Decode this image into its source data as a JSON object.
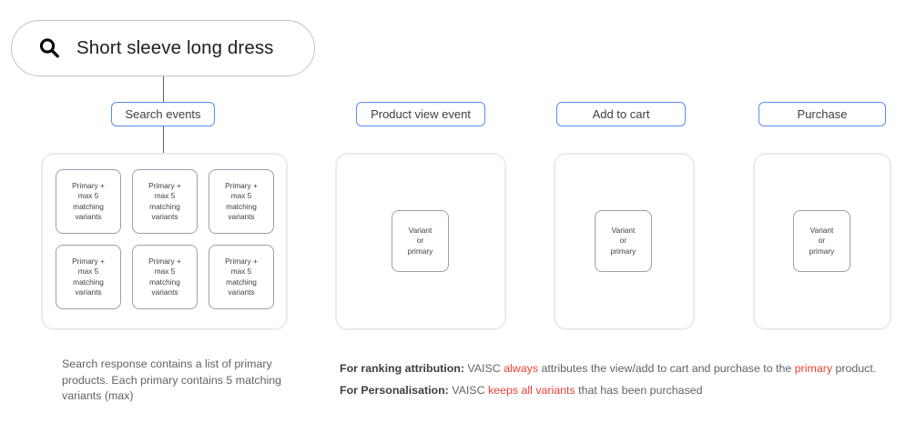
{
  "search": {
    "icon": "search-icon",
    "query": "Short sleeve long dress"
  },
  "colors": {
    "chip_border": "#5b8cee",
    "panel_border": "#ebebeb",
    "card_border": "#9aa0a6",
    "highlight": "#ea4335",
    "text": "#3c4043",
    "muted_text": "#5f6368"
  },
  "stages": [
    {
      "id": "search-events",
      "label": "Search events"
    },
    {
      "id": "product-view-event",
      "label": "Product view event"
    },
    {
      "id": "add-to-cart",
      "label": "Add to cart"
    },
    {
      "id": "purchase",
      "label": "Purchase"
    }
  ],
  "primary_card": {
    "lines": [
      "Primary +",
      "max 5",
      "matching",
      "variants"
    ],
    "count": 6
  },
  "variant_card": {
    "lines": [
      "Variant",
      "or",
      "primary"
    ]
  },
  "caption_left": "Search response contains a list of primary products. Each primary contains 5 matching variants (max)",
  "notes": [
    {
      "label": "For ranking attribution:",
      "segments": [
        {
          "text": " VAISC ",
          "highlight": false
        },
        {
          "text": "always",
          "highlight": true
        },
        {
          "text": " attributes the view/add to cart and purchase to the ",
          "highlight": false
        },
        {
          "text": "primary",
          "highlight": true
        },
        {
          "text": " product.",
          "highlight": false
        }
      ]
    },
    {
      "label": "For Personalisation:",
      "segments": [
        {
          "text": " VAISC ",
          "highlight": false
        },
        {
          "text": "keeps all variants",
          "highlight": true
        },
        {
          "text": " that has been purchased",
          "highlight": false
        }
      ]
    }
  ]
}
